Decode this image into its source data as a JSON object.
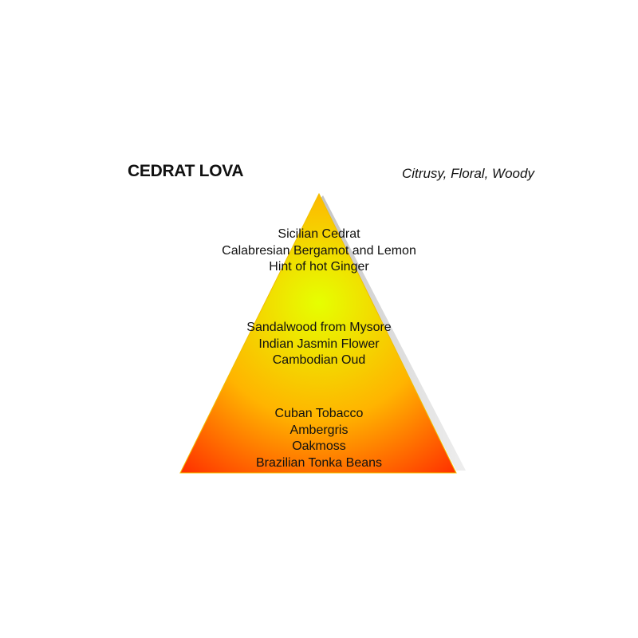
{
  "title": "CEDRAT LOVA",
  "subtitle": "Citrusy, Floral, Woody",
  "pyramid": {
    "top_notes": [
      "Sicilian Cedrat",
      "Calabresian Bergamot and Lemon",
      "Hint of hot Ginger"
    ],
    "middle_notes": [
      "Sandalwood from Mysore",
      "Indian Jasmin Flower",
      "Cambodian Oud"
    ],
    "base_notes": [
      "Cuban Tobacco",
      "Ambergris",
      "Oakmoss",
      "Brazilian Tonka Beans"
    ]
  },
  "colors": {
    "gradient_center": "#e6ff00",
    "gradient_mid": "#ffb400",
    "gradient_edge": "#ff1e00",
    "shadow": "#c8c8c8"
  }
}
